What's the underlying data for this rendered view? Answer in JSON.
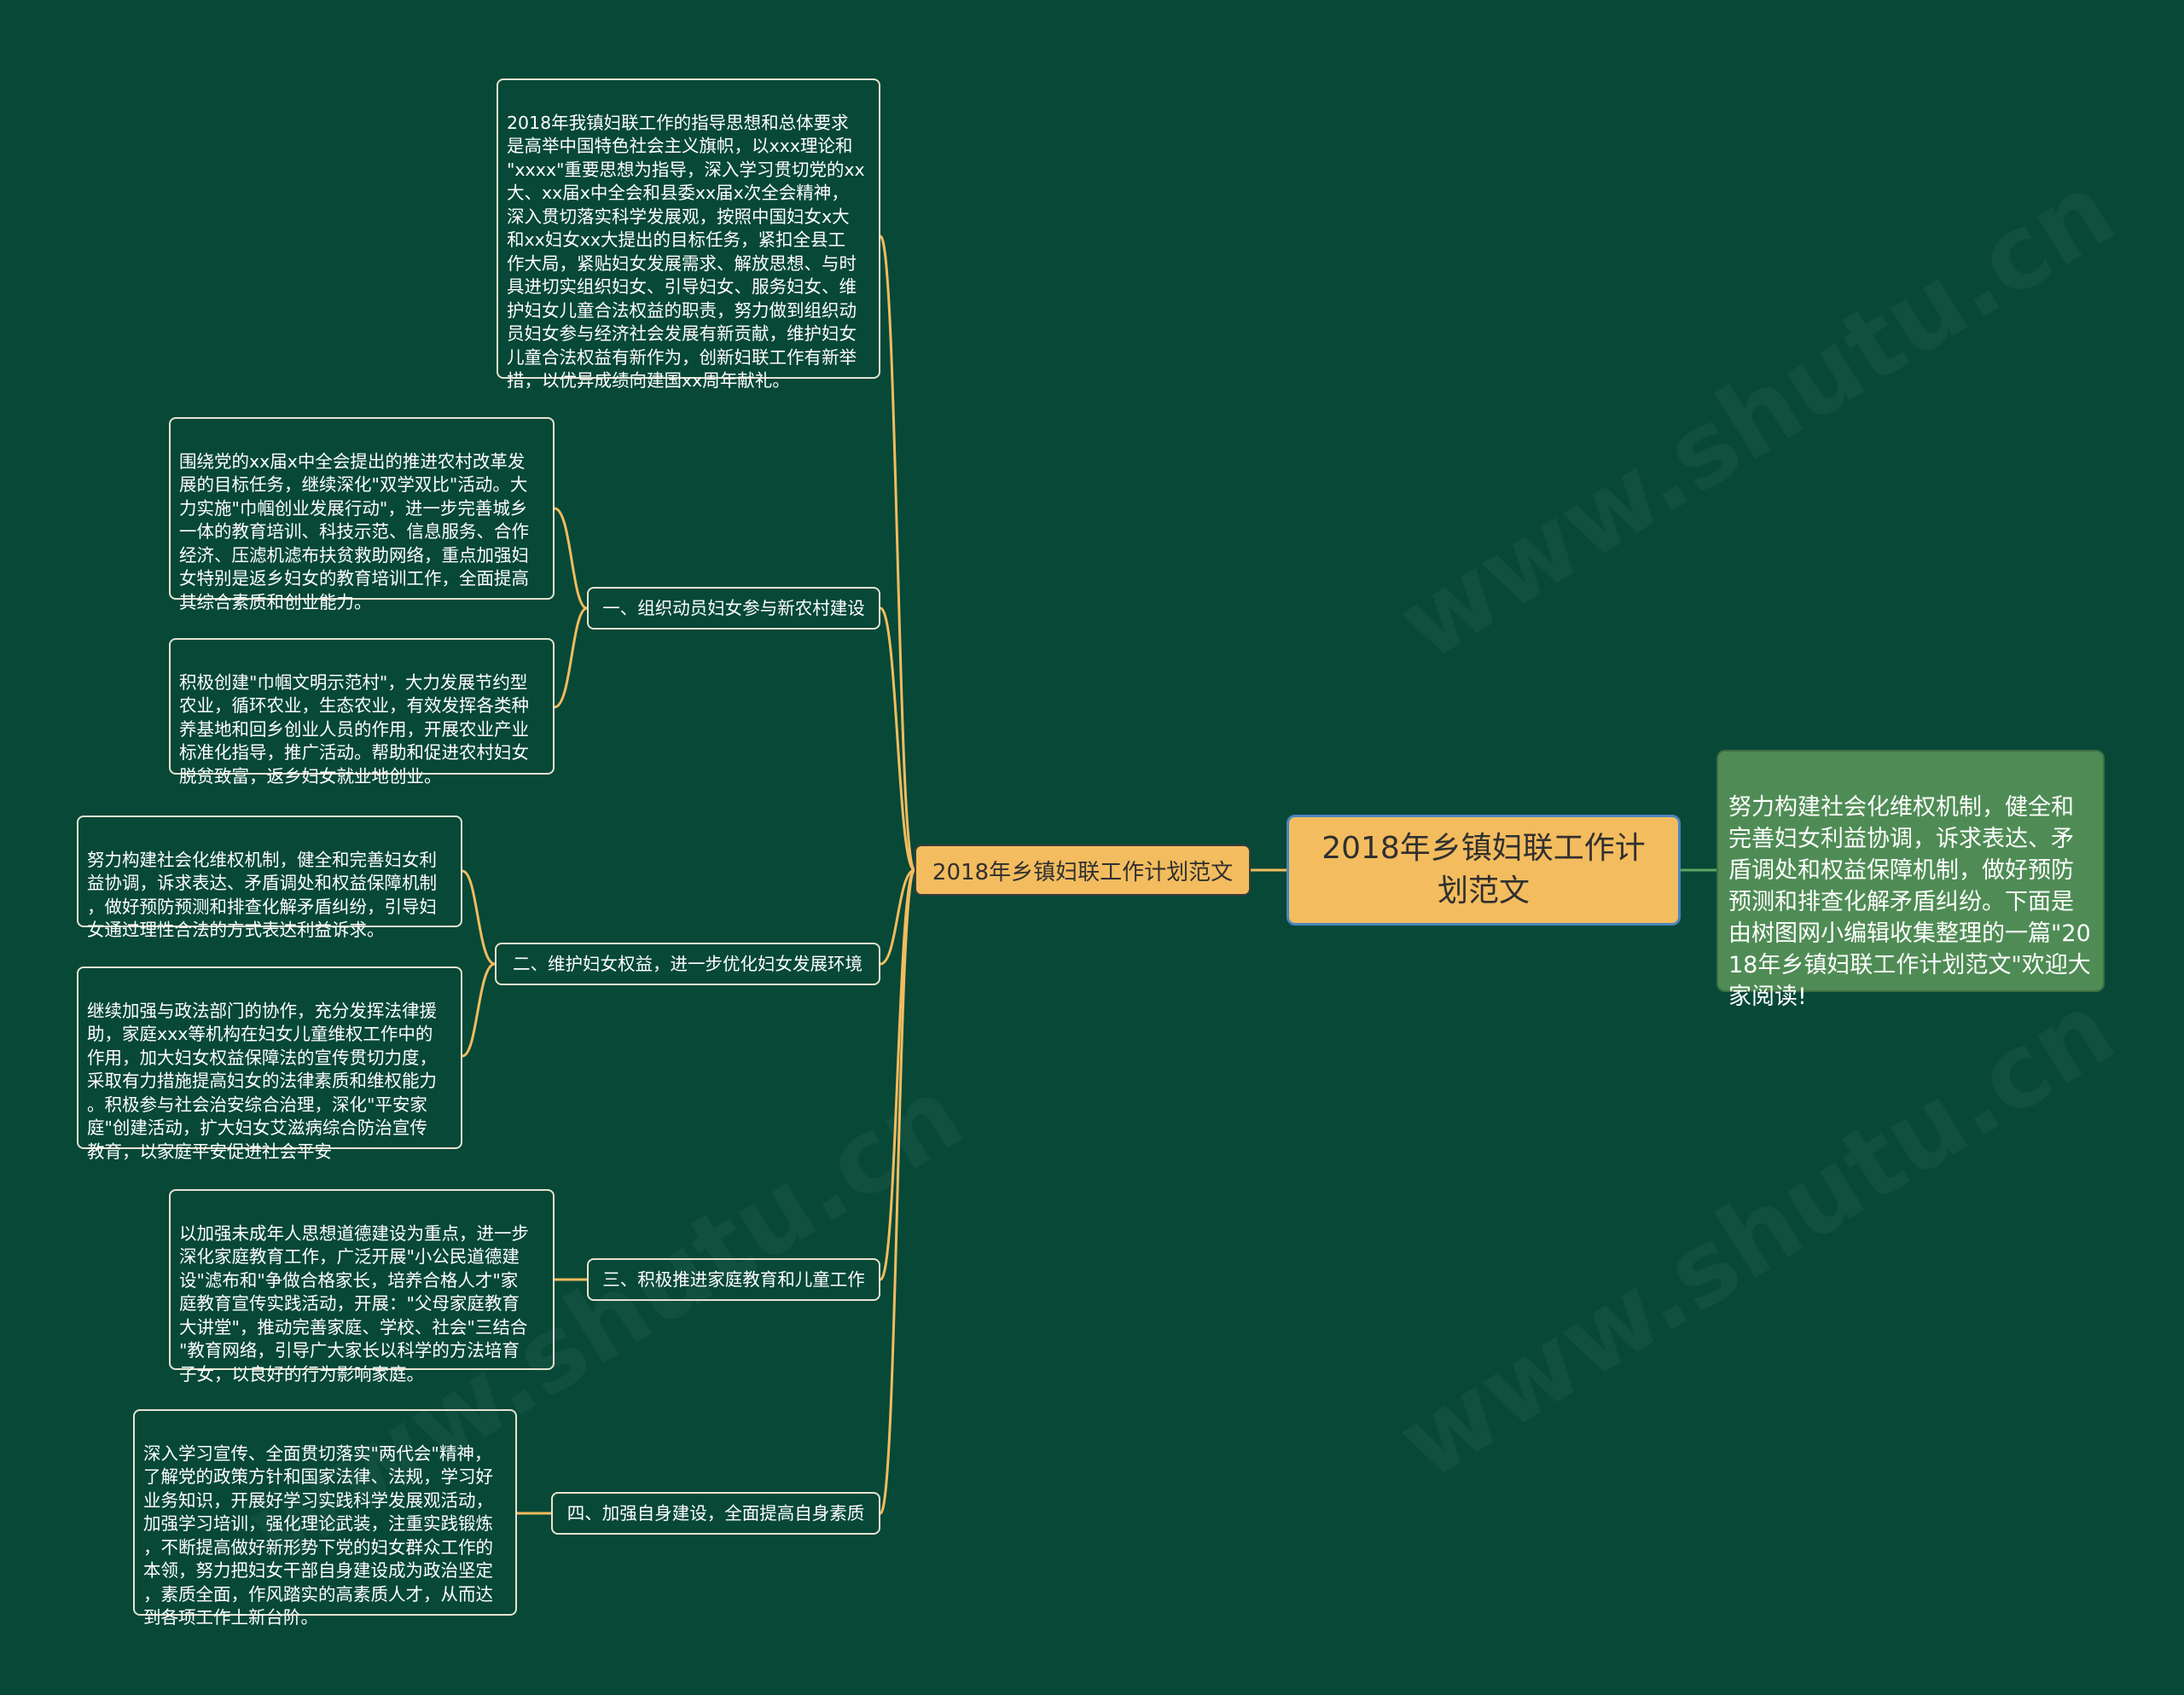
{
  "colors": {
    "background": "#074837",
    "link": "#f3bc5e",
    "summary_link": "#5da564",
    "node_border": "#e8e2d0",
    "hub_fill": "#f3bc5e",
    "summary_fill": "#4f8c55"
  },
  "root": {
    "title": "2018年乡镇妇联工作计划范文"
  },
  "summary": {
    "text": "努力构建社会化维权机制，健全和完善妇女利益协调，诉求表达、矛盾调处和权益保障机制，做好预防预测和排查化解矛盾纠纷。下面是由树图网小编辑收集整理的一篇\"2018年乡镇妇联工作计划范文\"欢迎大家阅读!"
  },
  "hub": {
    "label": "2018年乡镇妇联工作计划范文"
  },
  "intro": {
    "text": "2018年我镇妇联工作的指导思想和总体要求\n是高举中国特色社会主义旗帜，以xxx理论和\n\"xxxx\"重要思想为指导，深入学习贯切党的xx\n大、xx届x中全会和县委xx届x次全会精神，\n深入贯切落实科学发展观，按照中国妇女x大\n和xx妇女xx大提出的目标任务，紧扣全县工\n作大局，紧贴妇女发展需求、解放思想、与时\n具进切实组织妇女、引导妇女、服务妇女、维\n护妇女儿童合法权益的职责，努力做到组织动\n员妇女参与经济社会发展有新贡献，维护妇女\n儿童合法权益有新作为，创新妇联工作有新举\n措，以优异成绩向建国xx周年献礼。"
  },
  "branches": [
    {
      "label": "一、组织动员妇女参与新农村建设",
      "leaves": [
        "围绕党的xx届x中全会提出的推进农村改革发\n展的目标任务，继续深化\"双学双比\"活动。大\n力实施\"巾帼创业发展行动\"，进一步完善城乡\n一体的教育培训、科技示范、信息服务、合作\n经济、压滤机滤布扶贫救助网络，重点加强妇\n女特别是返乡妇女的教育培训工作，全面提高\n其综合素质和创业能力。",
        "积极创建\"巾帼文明示范村\"，大力发展节约型\n农业，循环农业，生态农业，有效发挥各类种\n养基地和回乡创业人员的作用，开展农业产业\n标准化指导，推广活动。帮助和促进农村妇女\n脱贫致富，返乡妇女就业地创业。"
      ]
    },
    {
      "label": "二、维护妇女权益，进一步优化妇女发展环境",
      "leaves": [
        "努力构建社会化维权机制，健全和完善妇女利\n益协调，诉求表达、矛盾调处和权益保障机制\n，做好预防预测和排查化解矛盾纠纷，引导妇\n女通过理性合法的方式表达利益诉求。",
        "继续加强与政法部门的协作，充分发挥法律援\n助，家庭xxx等机构在妇女儿童维权工作中的\n作用，加大妇女权益保障法的宣传贯切力度，\n采取有力措施提高妇女的法律素质和维权能力\n。积极参与社会治安综合治理，深化\"平安家\n庭\"创建活动，扩大妇女艾滋病综合防治宣传\n教育，以家庭平安促进社会平安"
      ]
    },
    {
      "label": "三、积极推进家庭教育和儿童工作",
      "leaves": [
        "以加强未成年人思想道德建设为重点，进一步\n深化家庭教育工作，广泛开展\"小公民道德建\n设\"滤布和\"争做合格家长，培养合格人才\"家\n庭教育宣传实践活动，开展：\"父母家庭教育\n大讲堂\"，推动完善家庭、学校、社会\"三结合\n\"教育网络，引导广大家长以科学的方法培育\n子女，以良好的行为影响家庭。"
      ]
    },
    {
      "label": "四、加强自身建设，全面提高自身素质",
      "leaves": [
        "深入学习宣传、全面贯切落实\"两代会\"精神，\n了解党的政策方针和国家法律、法规，学习好\n业务知识，开展好学习实践科学发展观活动，\n加强学习培训，强化理论武装，注重实践锻炼\n，不断提高做好新形势下党的妇女群众工作的\n本领，努力把妇女干部自身建设成为政治坚定\n，素质全面，作风踏实的高素质人才，从而达\n到各项工作上新台阶。"
      ]
    }
  ]
}
